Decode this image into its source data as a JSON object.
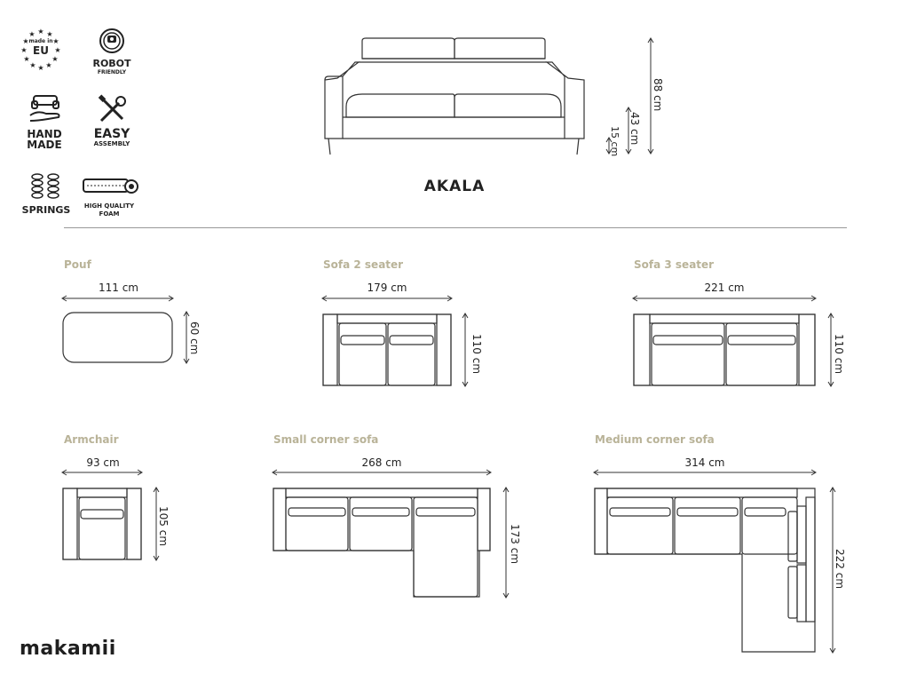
{
  "badges": {
    "made_in_line1": "made in",
    "made_in_line2": "EU",
    "robot_line1": "ROBOT",
    "robot_line2": "FRIENDLY",
    "hand_line1": "HAND",
    "hand_line2": "MADE",
    "easy_line1": "EASY",
    "easy_line2": "ASSEMBLY",
    "springs": "SPRINGS",
    "foam_line1": "HIGH QUALITY",
    "foam_line2": "FOAM"
  },
  "product": {
    "name": "AKALA",
    "height_total": "88 cm",
    "height_seat": "43 cm",
    "height_legs": "15 cm"
  },
  "variants": {
    "pouf": {
      "title": "Pouf",
      "width": "111 cm",
      "depth": "60 cm"
    },
    "sofa2": {
      "title": "Sofa 2 seater",
      "width": "179 cm",
      "depth": "110 cm"
    },
    "sofa3": {
      "title": "Sofa 3 seater",
      "width": "221 cm",
      "depth": "110 cm"
    },
    "armchair": {
      "title": "Armchair",
      "width": "93 cm",
      "depth": "105 cm"
    },
    "small_corner": {
      "title": "Small corner sofa",
      "width": "268 cm",
      "depth": "173 cm"
    },
    "medium_corner": {
      "title": "Medium corner sofa",
      "width": "314 cm",
      "depth": "222 cm"
    }
  },
  "brand": {
    "logo": "makamii"
  },
  "icons": [
    "eu-stars-icon",
    "robot-vacuum-icon",
    "hand-sofa-icon",
    "tools-icon",
    "springs-icon",
    "foam-icon"
  ]
}
